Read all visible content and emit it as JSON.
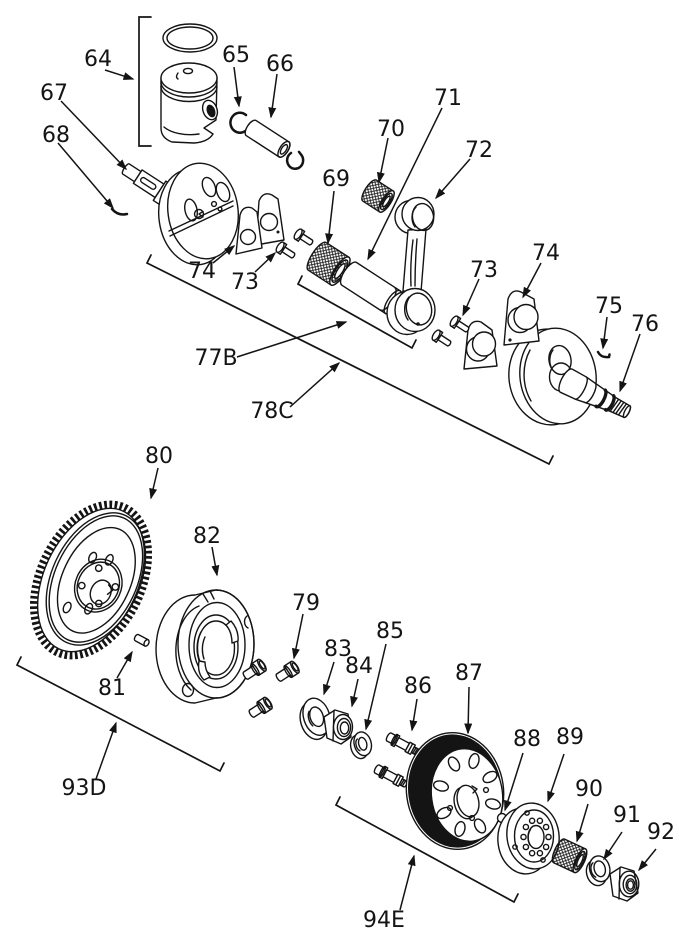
{
  "diagram": {
    "type": "exploded-parts-diagram",
    "background_color": "#ffffff",
    "line_color": "#141414",
    "callouts": {
      "64": "64",
      "65": "65",
      "66": "66",
      "67": "67",
      "68": "68",
      "69": "69",
      "70": "70",
      "71": "71",
      "72": "72",
      "73": "73",
      "74": "74",
      "75": "75",
      "76": "76",
      "77B": "77B",
      "78C": "78C",
      "79": "79",
      "80": "80",
      "81": "81",
      "82": "82",
      "83": "83",
      "84": "84",
      "85": "85",
      "86": "86",
      "87": "87",
      "88": "88",
      "89": "89",
      "90": "90",
      "91": "91",
      "92": "92",
      "93D": "93D",
      "94E": "94E"
    }
  }
}
